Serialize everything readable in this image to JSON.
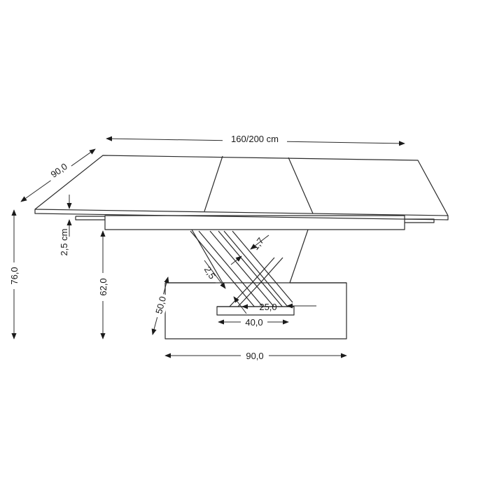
{
  "dimensions": {
    "length": "160/200 cm",
    "width": "90,0",
    "height": "76,0",
    "top_thickness": "2,5 cm",
    "under_height": "62,0",
    "bar_gap": "1,7",
    "bar_thickness": "2,5",
    "base_height": "50,0",
    "inner_width": "25,0",
    "leg_width": "40,0",
    "base_width": "90,0"
  }
}
